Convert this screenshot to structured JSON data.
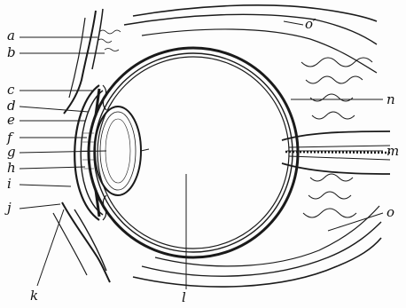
{
  "diagram": {
    "subject": "",
    "ink_color": "#1a1a1a",
    "paper_color": "#fdfdfd",
    "labels": [
      {
        "key": "a",
        "text": "a"
      },
      {
        "key": "b",
        "text": "b"
      },
      {
        "key": "c",
        "text": "c"
      },
      {
        "key": "d",
        "text": "d"
      },
      {
        "key": "e",
        "text": "e"
      },
      {
        "key": "f",
        "text": "f"
      },
      {
        "key": "g",
        "text": "g"
      },
      {
        "key": "h",
        "text": "h"
      },
      {
        "key": "i",
        "text": "i"
      },
      {
        "key": "j",
        "text": "j"
      },
      {
        "key": "k",
        "text": "k"
      },
      {
        "key": "l",
        "text": "l"
      },
      {
        "key": "m",
        "text": "m"
      },
      {
        "key": "n",
        "text": "n"
      },
      {
        "key": "o",
        "text": "o"
      },
      {
        "key": "o_prime",
        "text": "o′"
      }
    ]
  }
}
